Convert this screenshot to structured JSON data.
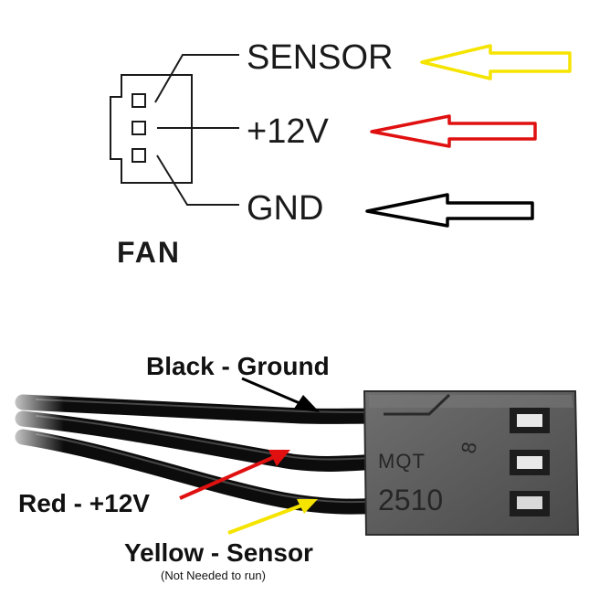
{
  "schematic": {
    "pins": [
      {
        "label": "SENSOR",
        "arrow_color": "#f5e400"
      },
      {
        "label": "+12V",
        "arrow_color": "#e01010"
      },
      {
        "label": "GND",
        "arrow_color": "#000000"
      }
    ],
    "connector_label": "FAN"
  },
  "photo": {
    "labels": {
      "ground": "Black - Ground",
      "power": "Red - +12V",
      "sensor": "Yellow - Sensor",
      "sensor_note": "(Not Needed to run)"
    },
    "pointer_colors": {
      "ground": "#000000",
      "power": "#e01010",
      "sensor": "#f5e400"
    },
    "connector_marks": {
      "brand": "MQT",
      "model": "2510",
      "digit": "8"
    }
  }
}
